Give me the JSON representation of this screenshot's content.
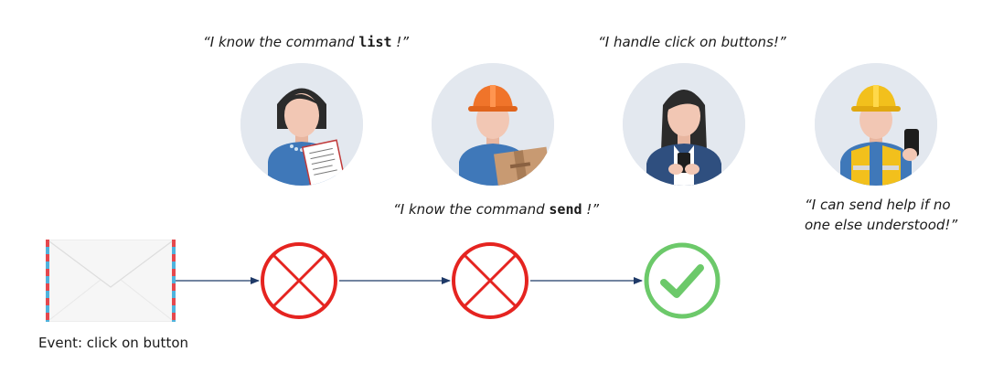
{
  "quotes": {
    "q1_pre": "“I know the command ",
    "q1_code": "list",
    "q1_post": " !”",
    "q2_pre": "“I know the command ",
    "q2_code": "send",
    "q2_post": " !”",
    "q3": "“I handle click on buttons!”",
    "q4": "“I can send help if no one else understood!”"
  },
  "event_label": "Event: click on button",
  "icons": {
    "persona_1": "woman-with-notebook-icon",
    "persona_2": "worker-with-package-icon",
    "persona_3": "woman-with-phone-icon",
    "persona_4": "worker-with-phone-icon",
    "event": "envelope-icon",
    "reject": "red-x-circle-icon",
    "accept": "green-check-circle-icon"
  },
  "colors": {
    "reject": "#e52420",
    "accept": "#6cc96a",
    "arrow": "#1f3a68",
    "avatar_bg": "#e3e8ef"
  }
}
